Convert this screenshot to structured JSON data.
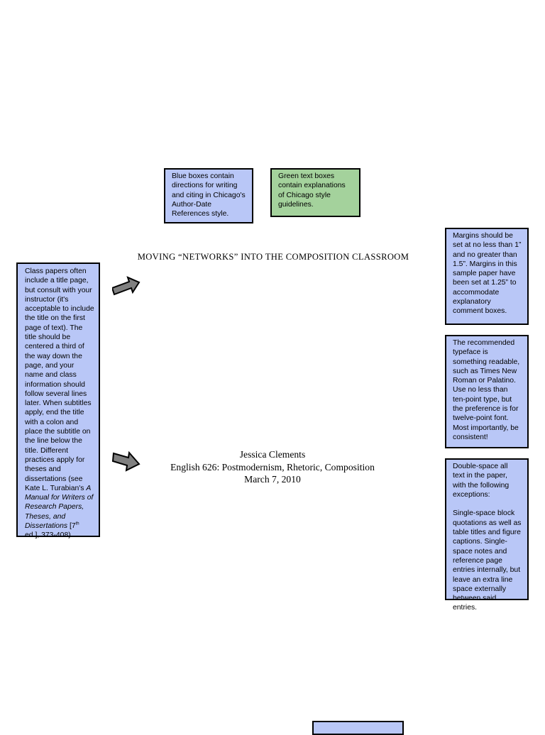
{
  "legend": {
    "blue": {
      "parts": [
        "Blue boxes contain directions for writing and citing in ",
        "Chicago's",
        " Author-Date References style."
      ]
    },
    "green": {
      "text": "Green text boxes contain explanations of Chicago style guidelines."
    }
  },
  "paper": {
    "title": "MOVING “NETWORKS” INTO THE COMPOSITION CLASSROOM",
    "author": "Jessica Clements",
    "course": "English 626: Postmodernism, Rhetoric, Composition",
    "date": "March 7, 2010"
  },
  "left_note": {
    "p1": "Class papers often include a title page, but consult with your instructor (it's acceptable to include the title on the first page of text). The title should be centered a third of the way down the page, and your name and class information should follow several lines later. When subtitles apply, end the title with a colon and place the subtitle on the line below the title. Different practices apply for theses and dissertations (see Kate L. Turabian's ",
    "book": "A Manual for Writers of Research Papers, Theses, and Dissertations",
    "p2": " [7",
    "sup": "th",
    "p3": " ed.], 373-408)."
  },
  "right_notes": {
    "margins": "Margins should be set at no less than 1” and no greater than 1.5”. Margins in this sample paper have been set at 1.25” to accommodate explanatory comment boxes.",
    "typeface": "The recommended typeface is something readable, such as Times New Roman or Palatino. Use no less than ten-point type, but the preference is for twelve-point font. Most importantly, be consistent!",
    "spacing_p1": "Double-space all text in the paper, with the following exceptions:",
    "spacing_p2": "Single-space block quotations as well as table titles and figure captions. Single-space notes and reference page entries internally, but leave an extra line space externally between said entries."
  },
  "colors": {
    "blue_box": "#b9c7f7",
    "green_box": "#a4d29c",
    "arrow": "#808080"
  }
}
